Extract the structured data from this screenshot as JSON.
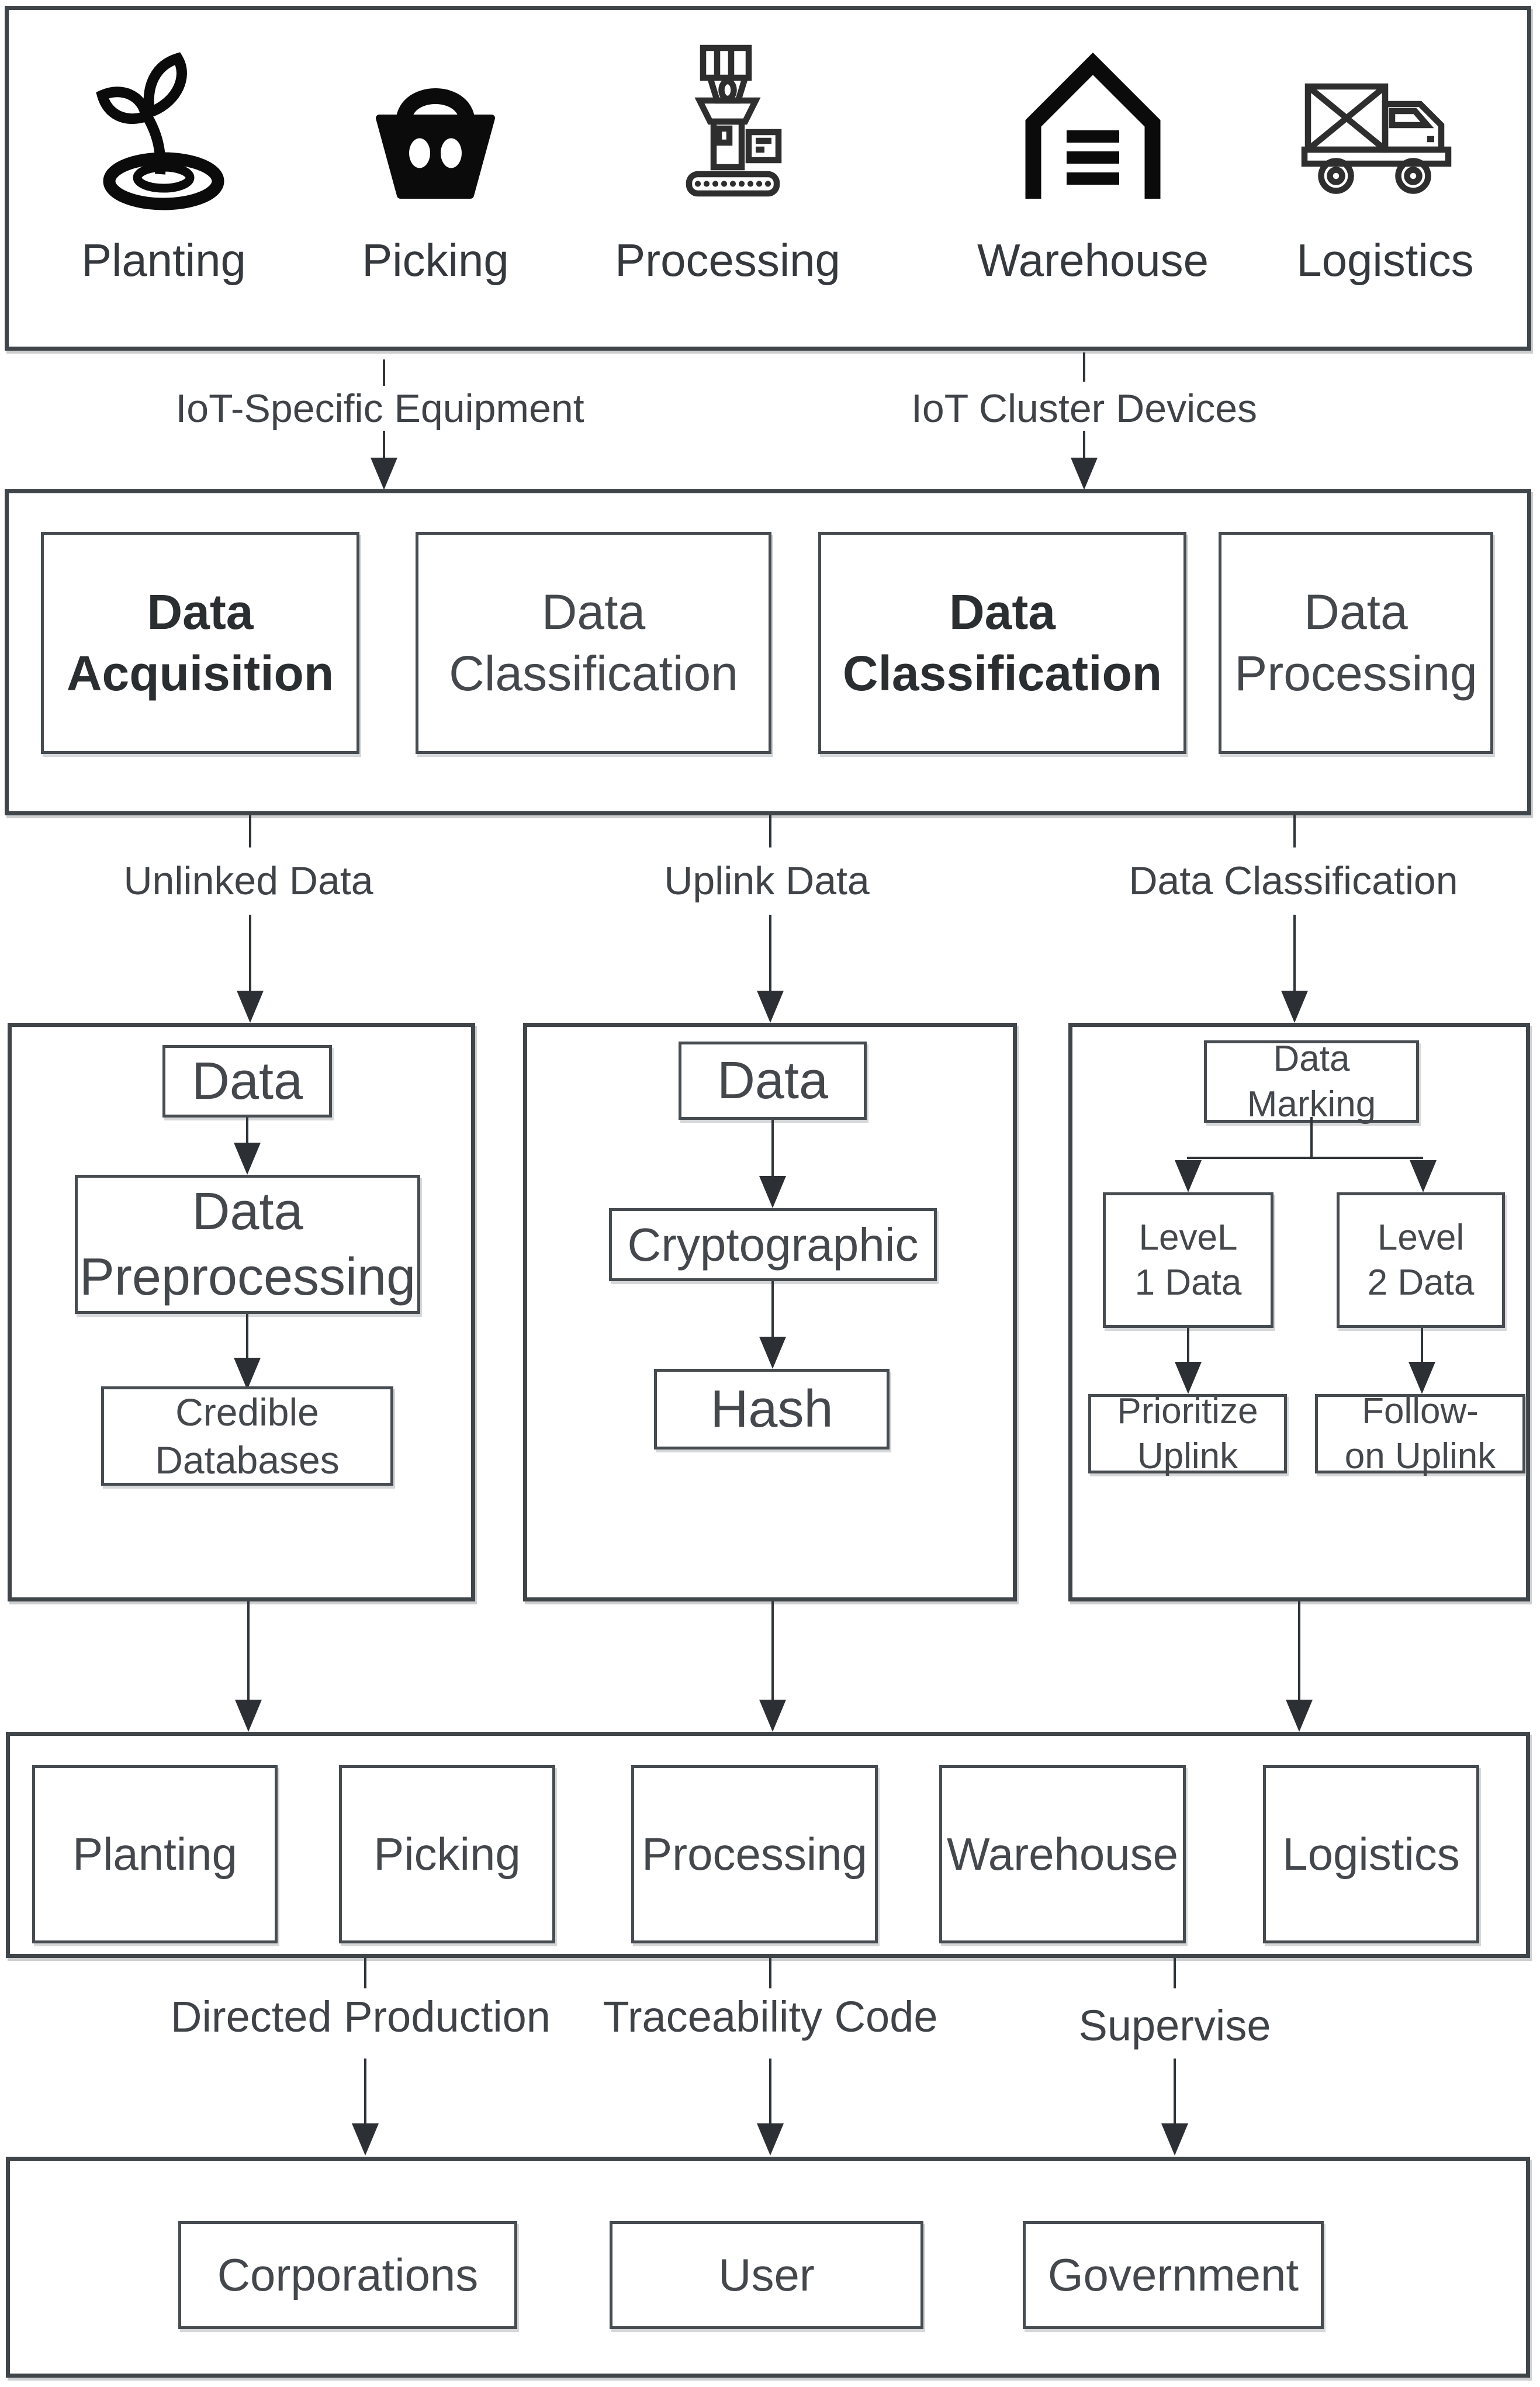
{
  "row1": {
    "items": [
      {
        "label": "Planting",
        "icon": "planting-icon"
      },
      {
        "label": "Picking",
        "icon": "picking-icon"
      },
      {
        "label": "Processing",
        "icon": "processing-icon"
      },
      {
        "label": "Warehouse",
        "icon": "warehouse-icon"
      },
      {
        "label": "Logistics",
        "icon": "logistics-icon"
      }
    ]
  },
  "edges": {
    "iot_specific": "IoT-Specific Equipment",
    "iot_cluster": "IoT Cluster Devices",
    "unlinked": "Unlinked Data",
    "uplink": "Uplink Data",
    "classification": "Data Classification",
    "directed_production": "Directed Production",
    "traceability_code": "Traceability Code",
    "supervise": "Supervise"
  },
  "row2": {
    "boxes": [
      {
        "label": "Data\nAcquisition",
        "emphasis": true
      },
      {
        "label": "Data\nClassification",
        "emphasis": false
      },
      {
        "label": "Data\nClassification",
        "emphasis": true
      },
      {
        "label": "Data\nProcessing",
        "emphasis": false
      }
    ]
  },
  "panels": {
    "unlinked": {
      "step1": "Data",
      "step2": "Data\nPreprocessing",
      "step3": "Credible\nDatabases"
    },
    "uplink": {
      "step1": "Data",
      "step2": "Cryptographic",
      "step3": "Hash"
    },
    "classification": {
      "root": "Data\nMarking",
      "level1": "LeveL\n1 Data",
      "level2": "Level\n2 Data",
      "action1": "Prioritize\nUplink",
      "action2": "Follow-\non Uplink"
    }
  },
  "row4": {
    "boxes": [
      "Planting",
      "Picking",
      "Processing",
      "Warehouse",
      "Logistics"
    ]
  },
  "row5": {
    "boxes": [
      "Corporations",
      "User",
      "Government"
    ]
  }
}
